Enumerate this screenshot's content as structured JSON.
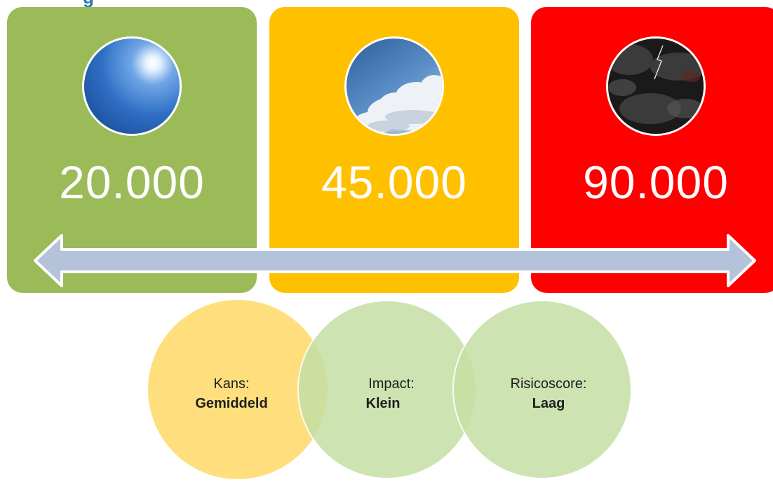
{
  "heading_fragment": "g",
  "cards": [
    {
      "value": "20.000",
      "color": "#9BBB59",
      "image": "sunny-sky-photo"
    },
    {
      "value": "45.000",
      "color": "#FFC000",
      "image": "cloudy-sky-photo"
    },
    {
      "value": "90.000",
      "color": "#FF0000",
      "image": "storm-sky-photo"
    }
  ],
  "arrow": {
    "color": "#B4C3D9",
    "icon": "double-headed-arrow"
  },
  "venn": [
    {
      "label": "Kans:",
      "value": "Gemiddeld",
      "color": "#FFD966"
    },
    {
      "label": "Impact:",
      "value": "Klein",
      "color": "#C5E0A5"
    },
    {
      "label": "Risicoscore:",
      "value": "Laag",
      "color": "#C5E0A5"
    }
  ]
}
